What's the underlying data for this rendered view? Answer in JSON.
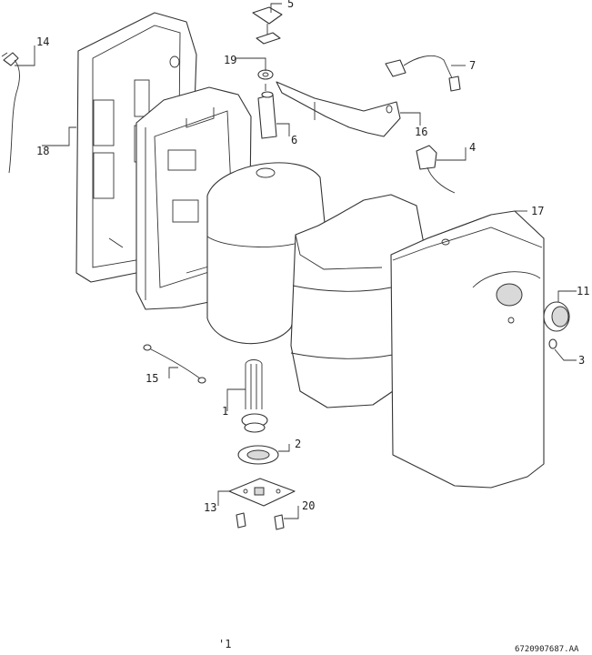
{
  "labels": {
    "p1": "1",
    "p2": "2",
    "p3": "3",
    "p4": "4",
    "p5": "5",
    "p6": "6",
    "p7": "7",
    "p11": "11",
    "p13": "13",
    "p14": "14",
    "p15": "15",
    "p16": "16",
    "p17": "17",
    "p18": "18",
    "p19": "19",
    "p20": "20"
  },
  "page_marker": "'1",
  "drawing_code": "6720907687.AA"
}
